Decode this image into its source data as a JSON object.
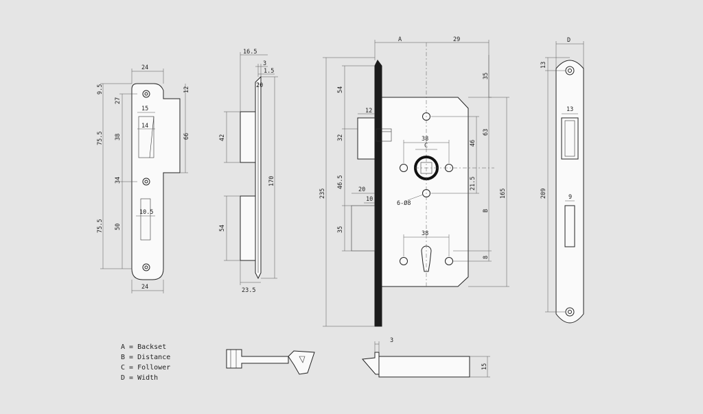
{
  "strike_plate": {
    "dims": [
      "24",
      "9.5",
      "27",
      "12",
      "15",
      "14",
      "38",
      "66",
      "75.5",
      "34",
      "10.5",
      "50",
      "75.5",
      "24"
    ]
  },
  "bolt_profile": {
    "dims": [
      "16.5",
      "3",
      "1.5",
      "20",
      "42",
      "170",
      "54",
      "23.5"
    ]
  },
  "lock_body": {
    "dims": [
      "A",
      "29",
      "54",
      "12",
      "35",
      "38",
      "C",
      "46",
      "63",
      "32",
      "235",
      "46.5",
      "20",
      "21.5",
      "165",
      "10",
      "6-Ø8",
      "B",
      "35",
      "38",
      "8"
    ]
  },
  "face_plate": {
    "dims": [
      "D",
      "13",
      "13",
      "209",
      "9"
    ]
  },
  "latch_detail": {
    "dims": [
      "3",
      "15"
    ]
  },
  "legend": [
    {
      "key": "A",
      "text": "A = Backset"
    },
    {
      "key": "B",
      "text": "B = Distance"
    },
    {
      "key": "C",
      "text": "C = Follower"
    },
    {
      "key": "D",
      "text": "D = Width"
    }
  ]
}
